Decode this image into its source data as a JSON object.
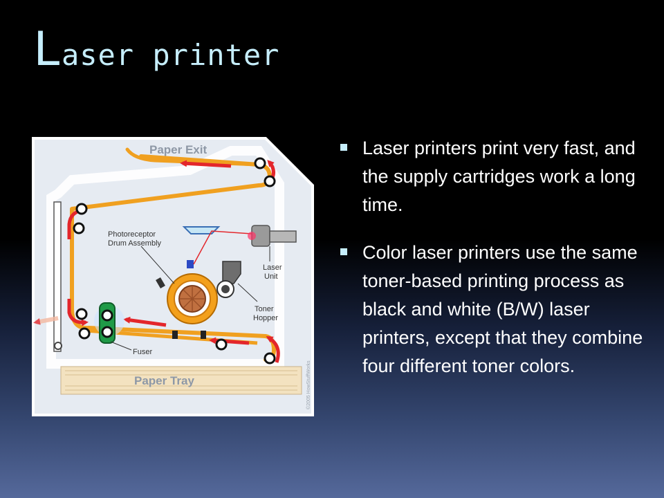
{
  "title": {
    "first_letter": "L",
    "rest": "aser printer"
  },
  "diagram": {
    "labels": {
      "paper_exit": "Paper Exit",
      "photoreceptor": "Photoreceptor",
      "drum_assembly": "Drum Assembly",
      "laser": "Laser",
      "unit": "Unit",
      "toner": "Toner",
      "hopper": "Hopper",
      "fuser": "Fuser",
      "paper_tray": "Paper Tray",
      "copyright": "©2005 HowStuffWorks"
    }
  },
  "bullets": [
    {
      "text": "Laser printers print very fast, and the supply cartridges work a long time."
    },
    {
      "text": "Color laser printers use the same toner-based printing process as black and white (B/W) laser printers, except that they combine four different toner colors."
    }
  ],
  "colors": {
    "title": "#c6eefc",
    "bullet_marker": "#c6eefc",
    "paper_path": "#f0a020",
    "arrows": "#e3262b",
    "diagram_background": "#e8edf4"
  }
}
